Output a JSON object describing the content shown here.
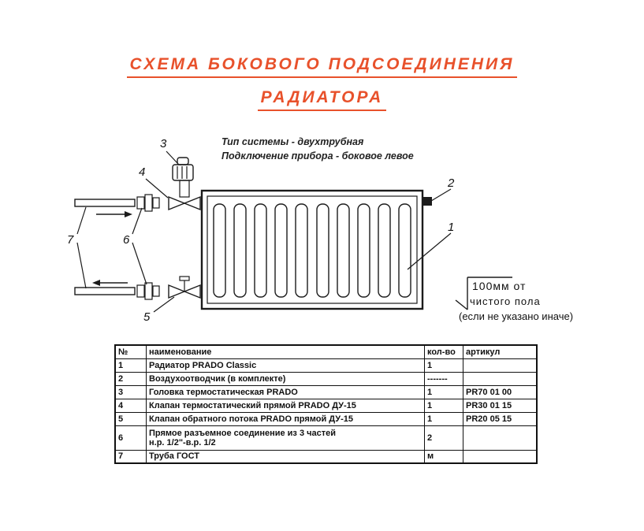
{
  "title": {
    "line1": "СХЕМА БОКОВОГО ПОДСОЕДИНЕНИЯ",
    "line2": "РАДИАТОРА"
  },
  "notes": {
    "line1": "Тип системы - двухтрубная",
    "line2": "Подключение прибора - боковое левое"
  },
  "callouts": {
    "c1": "1",
    "c2": "2",
    "c3": "3",
    "c4": "4",
    "c5": "5",
    "c6": "6",
    "c7": "7"
  },
  "floor_note": {
    "line1": "100мм от",
    "line2": "чистого пола",
    "line3": "(если не указано иначе)"
  },
  "colors": {
    "accent": "#e8512b",
    "line": "#1b1b1b"
  },
  "table": {
    "headers": {
      "num": "№",
      "name": "наименование",
      "qty": "кол-во",
      "art": "артикул"
    },
    "rows": [
      {
        "num": "1",
        "name": "Радиатор PRADO Classic",
        "qty": "1",
        "art": ""
      },
      {
        "num": "2",
        "name": "Воздухоотводчик (в комплекте)",
        "qty": "-------",
        "art": ""
      },
      {
        "num": "3",
        "name": "Головка термостатическая PRADO",
        "qty": "1",
        "art": "PR70 01 00"
      },
      {
        "num": "4",
        "name": "Клапан термостатический прямой PRADO ДУ-15",
        "qty": "1",
        "art": "PR30 01 15"
      },
      {
        "num": "5",
        "name": "Клапан обратного потока PRADO прямой ДУ-15",
        "qty": "1",
        "art": "PR20 05 15"
      },
      {
        "num": "6",
        "name": "Прямое разъемное соединение из 3 частей",
        "name2": "н.р. 1/2\"-в.р. 1/2",
        "qty": "2",
        "art": ""
      },
      {
        "num": "7",
        "name": "Труба ГОСТ",
        "qty": "м",
        "art": ""
      }
    ]
  }
}
